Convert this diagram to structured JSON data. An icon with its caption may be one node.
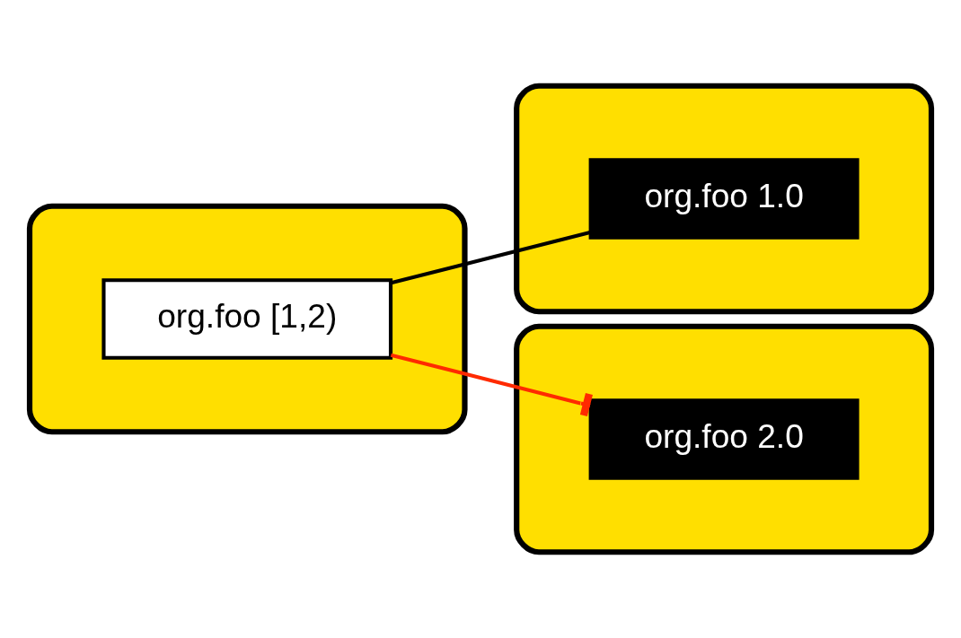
{
  "diagram": {
    "nodes": [
      {
        "text": [],
        "shape": "box"
      },
      {
        "text": [
          "org.foo [1,2)"
        ],
        "in": 0
      },
      {
        "text": [],
        "shape": "box"
      },
      {
        "text": [
          "org.foo 1.0"
        ],
        "in": 2
      },
      {
        "text": [],
        "shape": "box"
      },
      {
        "text": [
          "org.foo 2.0"
        ],
        "in": 4
      }
    ],
    "edges": [
      {
        "from": 1,
        "to": 3,
        "arrow": "none"
      },
      {
        "from": 1,
        "to": 5,
        "arrow": "other",
        "color": "#ff2a00"
      }
    ]
  }
}
